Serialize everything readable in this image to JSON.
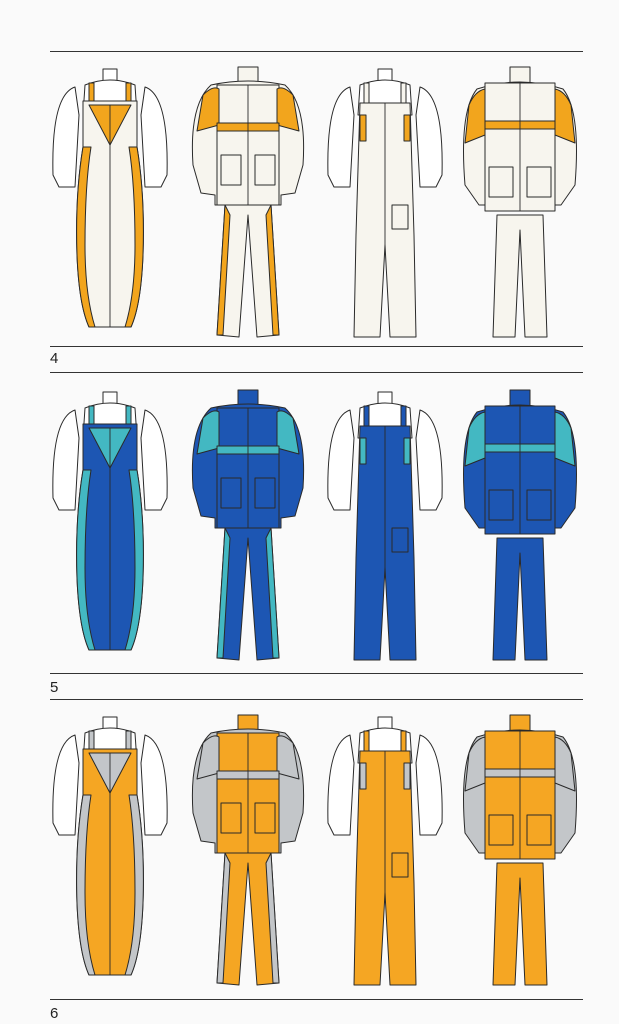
{
  "figure_labels": [
    "4",
    "5",
    "6"
  ],
  "variants": [
    {
      "label": "4",
      "colors": {
        "main": "#f7f5ee",
        "accent": "#f2a51d",
        "sleeve": "#f7f5ee",
        "mannequin": "#ffffff"
      }
    },
    {
      "label": "5",
      "colors": {
        "main": "#1d56b3",
        "accent": "#43b8c2",
        "sleeve": "#1d56b3",
        "mannequin": "#ffffff"
      }
    },
    {
      "label": "6",
      "colors": {
        "main": "#f5a623",
        "accent": "#c3c6c9",
        "sleeve": "#c3c6c9",
        "mannequin": "#ffffff"
      }
    }
  ],
  "garments": [
    "bib-overall-fitted",
    "jacket-and-trousers",
    "bib-overall-straight",
    "padded-jacket-and-trousers"
  ]
}
